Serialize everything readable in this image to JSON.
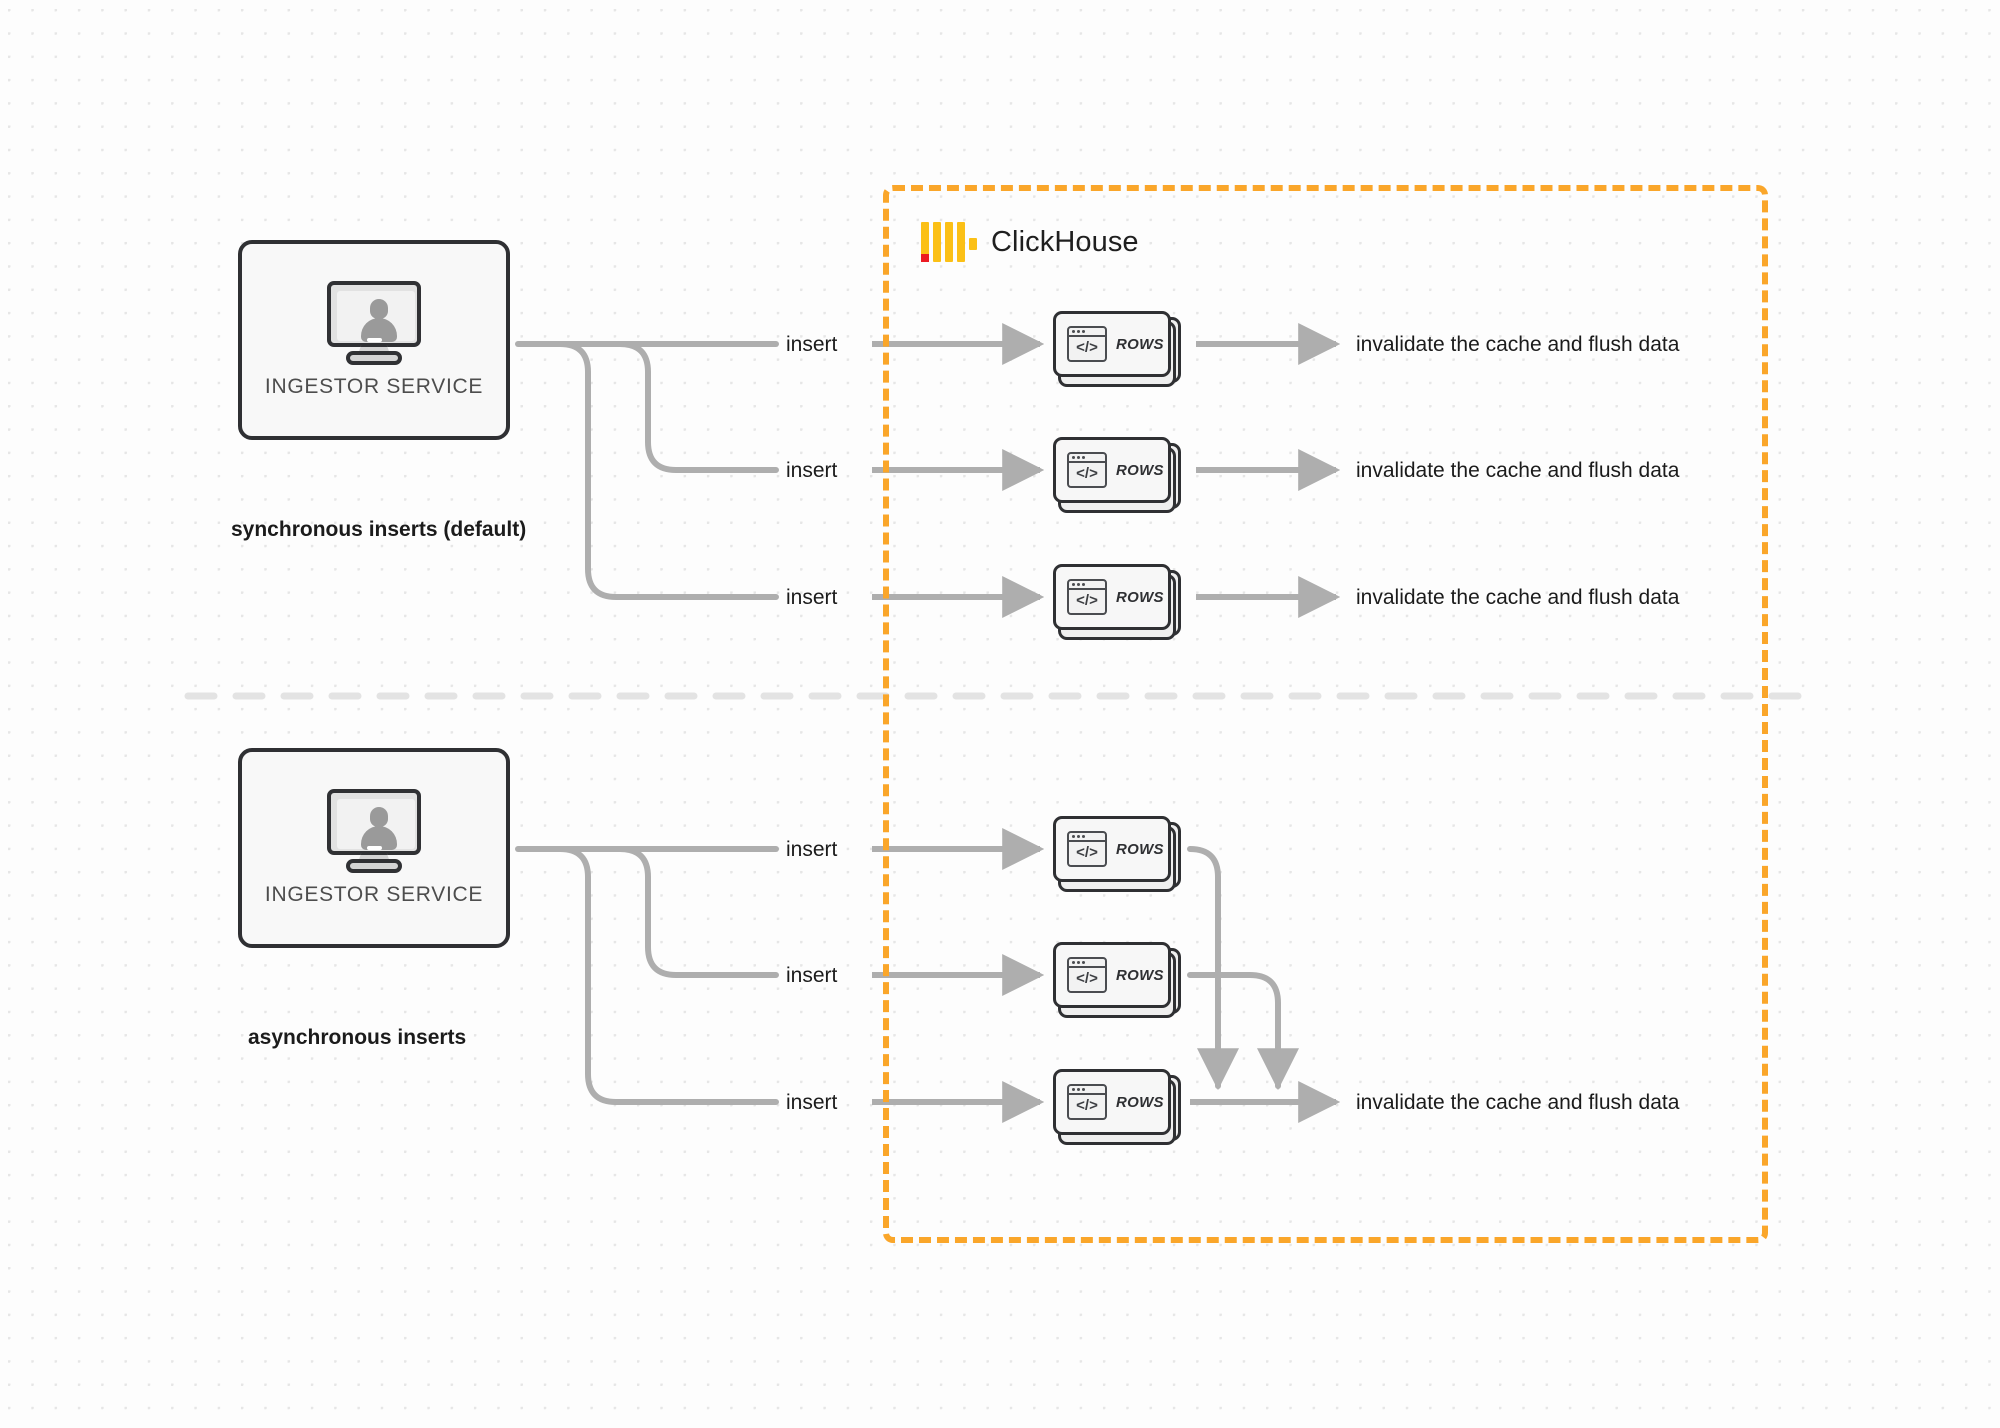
{
  "diagram": {
    "title": "ClickHouse synchronous vs asynchronous inserts",
    "background": {
      "color": "#fdfdfd",
      "dot_color": "#e6e6e6"
    },
    "divider": {
      "style": "dashed",
      "color": "#e3e3e3"
    }
  },
  "clickhouse_zone": {
    "label": "ClickHouse",
    "border_color": "#faa62a",
    "border_style": "dashed",
    "logo": {
      "bar_color": "#fbc016",
      "accent_color": "#ec1b23"
    }
  },
  "sections": [
    {
      "id": "synchronous",
      "caption": "synchronous inserts (default)",
      "source": {
        "label": "INGESTOR SERVICE",
        "icon": "monitor-user-icon"
      },
      "edges": [
        {
          "insert_label": "insert",
          "card_label": "ROWS",
          "result_label": "invalidate the cache and flush data"
        },
        {
          "insert_label": "insert",
          "card_label": "ROWS",
          "result_label": "invalidate the cache and flush data"
        },
        {
          "insert_label": "insert",
          "card_label": "ROWS",
          "result_label": "invalidate the cache and flush data"
        }
      ]
    },
    {
      "id": "asynchronous",
      "caption": "asynchronous inserts",
      "source": {
        "label": "INGESTOR SERVICE",
        "icon": "monitor-user-icon"
      },
      "edges": [
        {
          "insert_label": "insert",
          "card_label": "ROWS"
        },
        {
          "insert_label": "insert",
          "card_label": "ROWS"
        },
        {
          "insert_label": "insert",
          "card_label": "ROWS",
          "result_label": "invalidate the cache and flush data"
        }
      ]
    }
  ],
  "colors": {
    "wire": "#aeaeae",
    "box_border": "#2f3033",
    "text": "#1b1b1b",
    "muted_text": "#4d4d4d"
  }
}
